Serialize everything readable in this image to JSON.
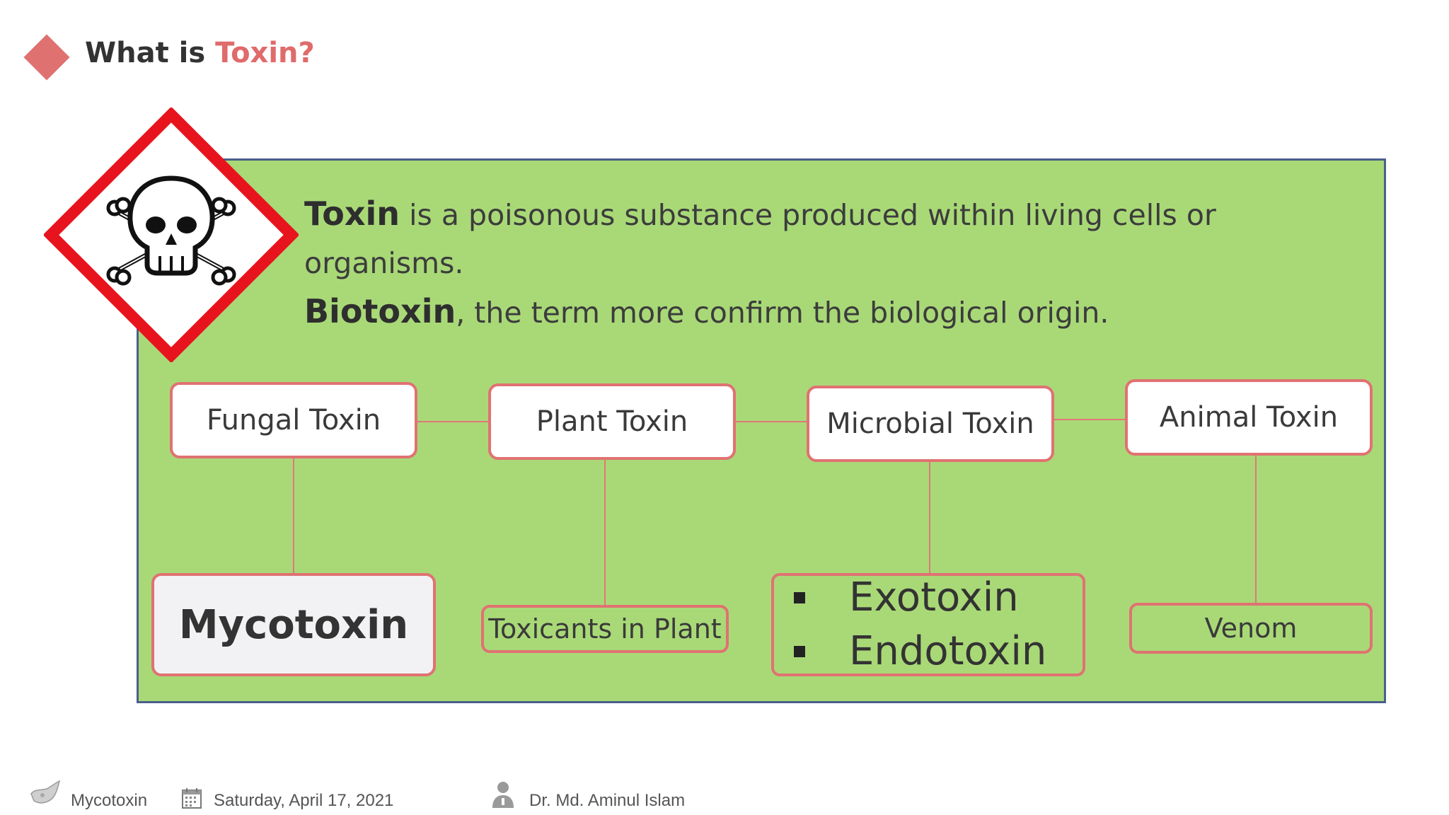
{
  "header": {
    "title_prefix": "What is ",
    "title_accent": "Toxin?"
  },
  "definition": {
    "line1_term": "Toxin",
    "line1_rest": " is a poisonous substance produced within living cells or organisms.",
    "line2_term": "Biotoxin",
    "line2_rest": ", the term more confirm the biological origin."
  },
  "categories": [
    {
      "label": "Fungal Toxin"
    },
    {
      "label": "Plant Toxin"
    },
    {
      "label": "Microbial Toxin"
    },
    {
      "label": "Animal Toxin"
    }
  ],
  "subcategories": {
    "fungal": "Mycotoxin",
    "plant": "Toxicants in Plant",
    "microbial": [
      "Exotoxin",
      "Endotoxin"
    ],
    "animal": "Venom"
  },
  "footer": {
    "topic": "Mycotoxin",
    "date": "Saturday, April 17, 2021",
    "author": "Dr. Md. Aminul Islam"
  },
  "colors": {
    "accent": "#e06b6b",
    "panel": "#a9d977",
    "panel_border": "#4a5f8a",
    "box_border": "#e07272"
  },
  "icons": [
    "title-diamond",
    "skull-crossbones-icon",
    "footer-logo-icon",
    "calendar-icon",
    "person-icon"
  ]
}
